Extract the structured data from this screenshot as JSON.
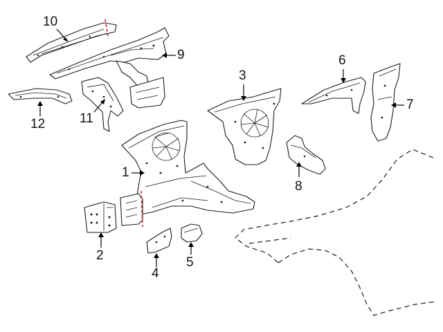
{
  "callouts": [
    {
      "id": "1",
      "label": "1"
    },
    {
      "id": "2",
      "label": "2"
    },
    {
      "id": "3",
      "label": "3"
    },
    {
      "id": "4",
      "label": "4"
    },
    {
      "id": "5",
      "label": "5"
    },
    {
      "id": "6",
      "label": "6"
    },
    {
      "id": "7",
      "label": "7"
    },
    {
      "id": "8",
      "label": "8"
    },
    {
      "id": "9",
      "label": "9"
    },
    {
      "id": "10",
      "label": "10"
    },
    {
      "id": "11",
      "label": "11"
    },
    {
      "id": "12",
      "label": "12"
    }
  ],
  "colors": {
    "line": "#1a1a1a",
    "cut_line": "#d0202a",
    "background": "#ffffff"
  }
}
